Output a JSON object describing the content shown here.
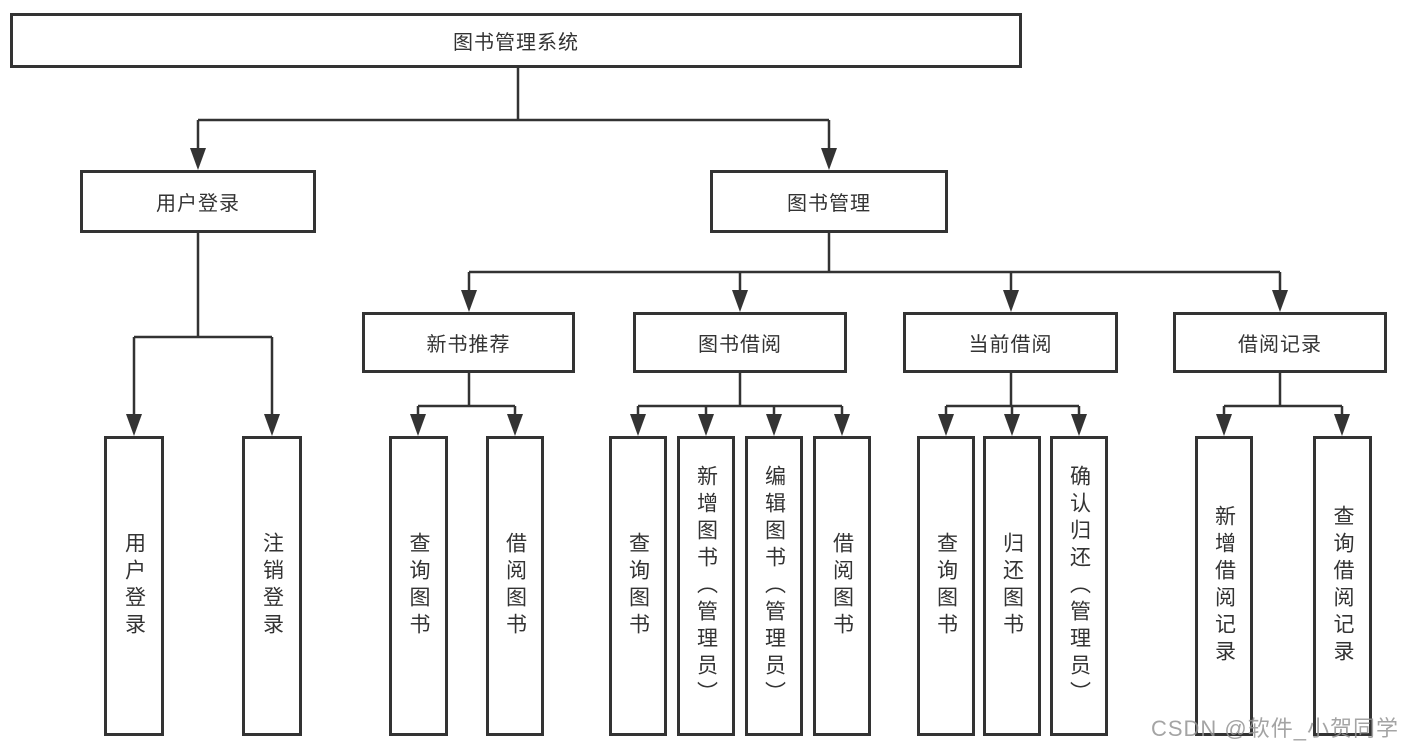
{
  "watermark": "CSDN @软件_小贺同学",
  "tree": {
    "root": "图书管理系统",
    "branches": [
      {
        "label": "用户登录",
        "children": [
          {
            "label": "用户登录"
          },
          {
            "label": "注销登录"
          }
        ]
      },
      {
        "label": "图书管理",
        "children": [
          {
            "label": "新书推荐",
            "children": [
              {
                "label": "查询图书"
              },
              {
                "label": "借阅图书"
              }
            ]
          },
          {
            "label": "图书借阅",
            "children": [
              {
                "label": "查询图书"
              },
              {
                "label": "新增图书（管理员）"
              },
              {
                "label": "编辑图书（管理员）"
              },
              {
                "label": "借阅图书"
              }
            ]
          },
          {
            "label": "当前借阅",
            "children": [
              {
                "label": "查询图书"
              },
              {
                "label": "归还图书"
              },
              {
                "label": "确认归还（管理员）"
              }
            ]
          },
          {
            "label": "借阅记录",
            "children": [
              {
                "label": "新增借阅记录"
              },
              {
                "label": "查询借阅记录"
              }
            ]
          }
        ]
      }
    ]
  }
}
